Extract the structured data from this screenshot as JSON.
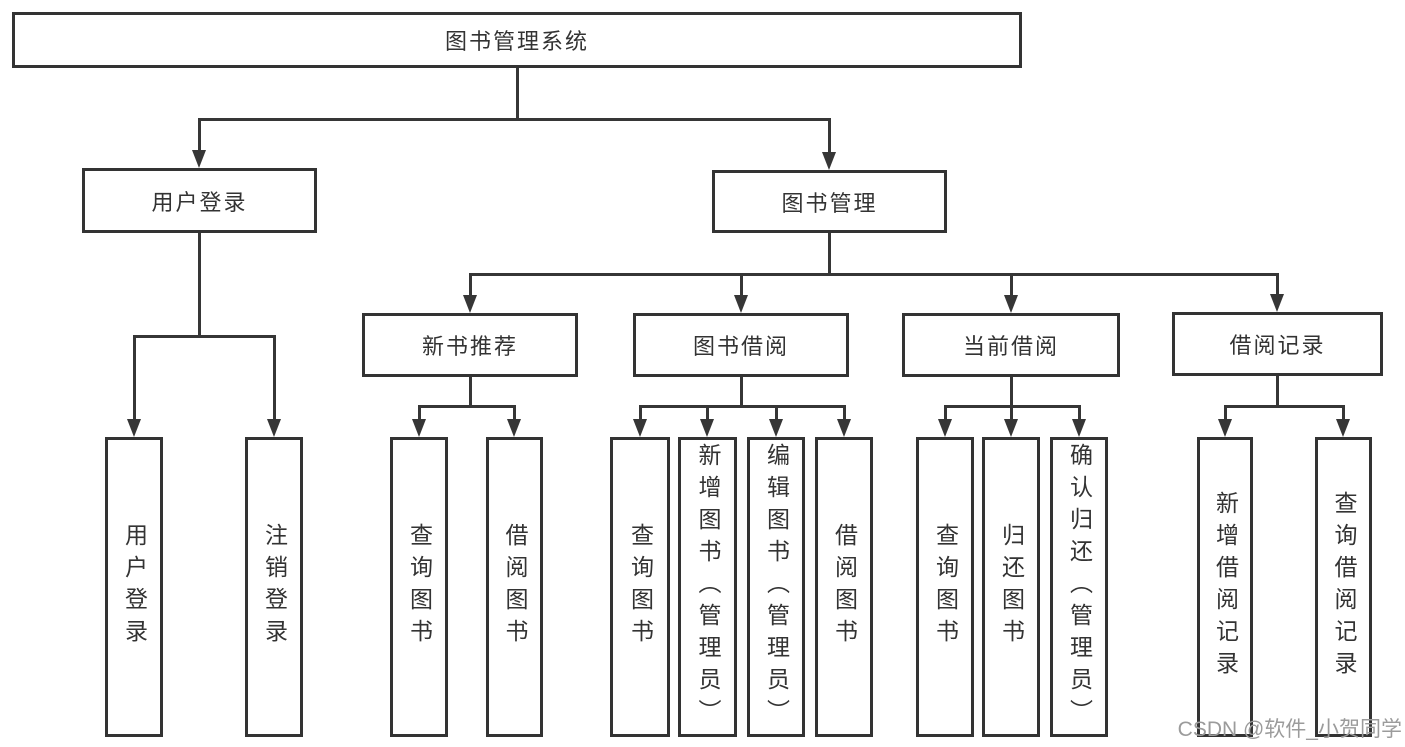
{
  "diagram": {
    "root": {
      "label": "图书管理系统"
    },
    "branches": [
      {
        "label": "用户登录",
        "children": [
          {
            "label": "用户登录"
          },
          {
            "label": "注销登录"
          }
        ]
      },
      {
        "label": "图书管理",
        "children": [
          {
            "label": "新书推荐",
            "children": [
              {
                "label": "查询图书"
              },
              {
                "label": "借阅图书"
              }
            ]
          },
          {
            "label": "图书借阅",
            "children": [
              {
                "label": "查询图书"
              },
              {
                "label": "新增图书（管理员）"
              },
              {
                "label": "编辑图书（管理员）"
              },
              {
                "label": "借阅图书"
              }
            ]
          },
          {
            "label": "当前借阅",
            "children": [
              {
                "label": "查询图书"
              },
              {
                "label": "归还图书"
              },
              {
                "label": "确认归还（管理员）"
              }
            ]
          },
          {
            "label": "借阅记录",
            "children": [
              {
                "label": "新增借阅记录"
              },
              {
                "label": "查询借阅记录"
              }
            ]
          }
        ]
      }
    ]
  },
  "watermark": {
    "text": "CSDN @软件_小贺同学"
  },
  "colors": {
    "line": "#363636",
    "box_border": "#333333",
    "text": "#333333",
    "background": "#ffffff",
    "watermark_text": "#9b9b9b"
  }
}
